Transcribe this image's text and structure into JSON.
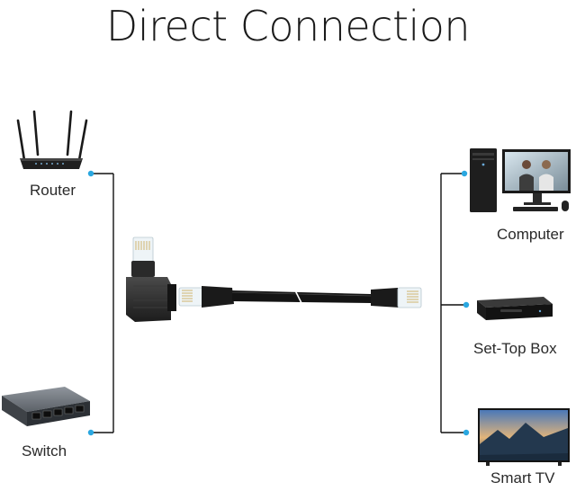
{
  "title": "Direct Connection",
  "left_devices": [
    {
      "label": "Router",
      "icon": "router-icon"
    },
    {
      "label": "Switch",
      "icon": "switch-icon"
    }
  ],
  "right_devices": [
    {
      "label": "Computer",
      "icon": "computer-icon"
    },
    {
      "label": "Set-Top Box",
      "icon": "set-top-box-icon"
    },
    {
      "label": "Smart TV",
      "icon": "smart-tv-icon"
    }
  ],
  "center": {
    "adapter_icon": "right-angle-adapter-icon",
    "cable_icon": "ethernet-cable-icon"
  },
  "colors": {
    "connector_dot": "#2aa7e0",
    "line": "#111111",
    "cable": "#111111"
  }
}
